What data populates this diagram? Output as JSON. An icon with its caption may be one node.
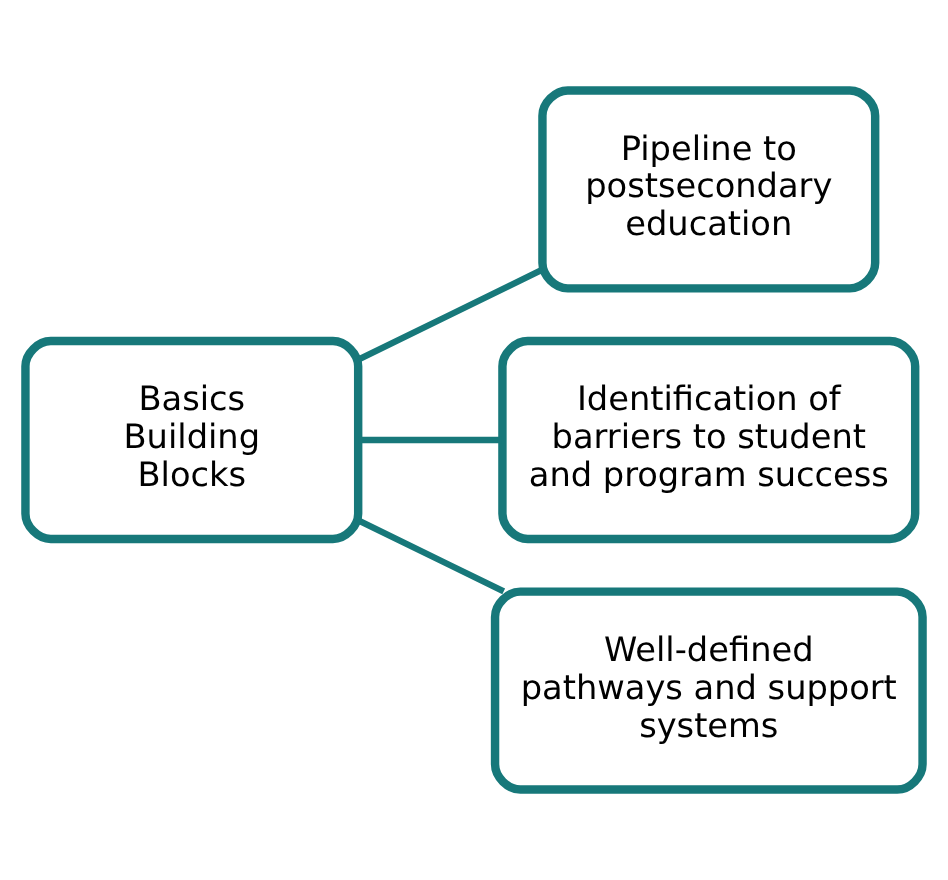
{
  "diagram": {
    "nodes": [
      {
        "text": [
          "Basics Building Blocks"
        ]
      },
      {
        "text": [
          "Pipeline to postsecondary education"
        ]
      },
      {
        "text": [
          "Identification of barriers to student and program success"
        ]
      },
      {
        "text": [
          "Well-defined pathways and support systems"
        ]
      }
    ],
    "edges": [
      {
        "from": 0,
        "to": 1,
        "arrow": "none"
      },
      {
        "from": 0,
        "to": 2,
        "arrow": "none"
      },
      {
        "from": 0,
        "to": 3,
        "arrow": "none"
      }
    ]
  }
}
